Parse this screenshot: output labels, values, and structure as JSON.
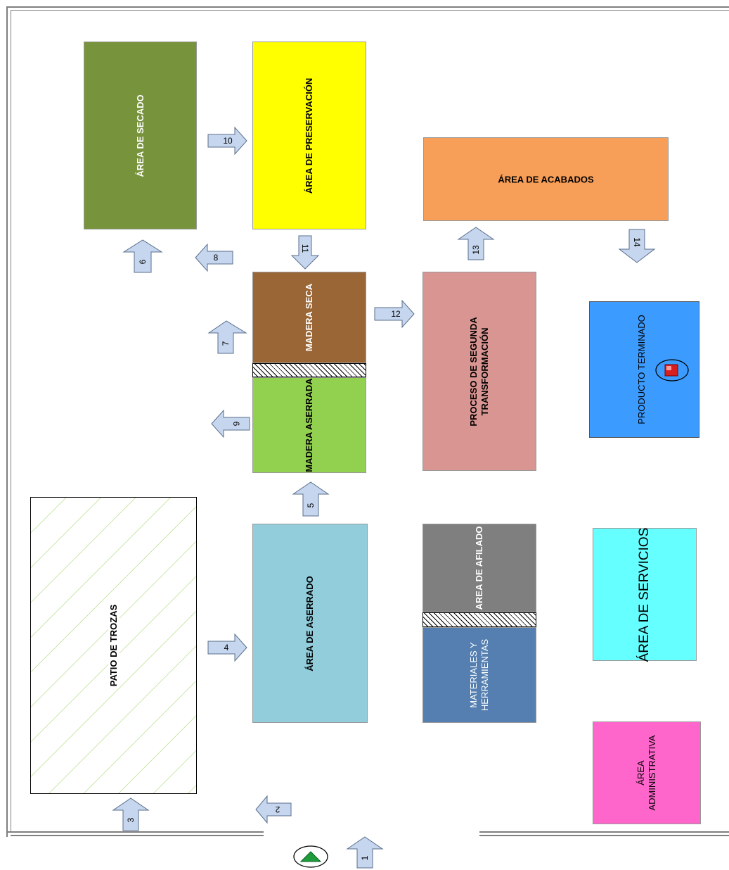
{
  "areas": {
    "secado": "ÁREA DE SECADO",
    "preservacion": "ÁREA DE PRESERVACIÓN",
    "acabados": "ÁREA DE ACABADOS",
    "madera_seca": "MADERA SECA",
    "madera_aserrada": "MADERA ASERRADA",
    "segunda_transformacion": [
      "PROCESO DE SEGUNDA",
      "TRANSFORMACIÓN"
    ],
    "producto_terminado": "PRODUCTO TERMINADO",
    "patio_trozas": "PATIO DE TROZAS",
    "aserrado": "ÁREA DE ASERRADO",
    "afilado": "AREA DE AFILADO",
    "materiales": [
      "MATERIALES Y",
      "HERRAMIENTAS"
    ],
    "servicios": "ÁREA DE SERVICIOS",
    "administrativa": [
      "ÁREA",
      "ADMINISTRATIVA"
    ]
  },
  "arrows": {
    "a1": "1",
    "a2": "2",
    "a3": "3",
    "a4": "4",
    "a5": "5",
    "a6_upper": "6",
    "a6_lower": "6",
    "a7": "7",
    "a8": "8",
    "a10": "10",
    "a11": "11",
    "a12": "12",
    "a13": "13",
    "a14": "14"
  },
  "colors": {
    "secado": "#77933c",
    "preservacion": "#ffff00",
    "acabados": "#f79f58",
    "madera_seca": "#9a6636",
    "madera_aserrada": "#92d050",
    "segunda_transformacion": "#d99591",
    "producto_terminado": "#3b9bff",
    "aserrado": "#92cddc",
    "afilado": "#7f7f7f",
    "materiales": "#557fb1",
    "servicios": "#66ffff",
    "administrativa": "#ff66cc",
    "arrow_fill": "#c5d6ee"
  }
}
